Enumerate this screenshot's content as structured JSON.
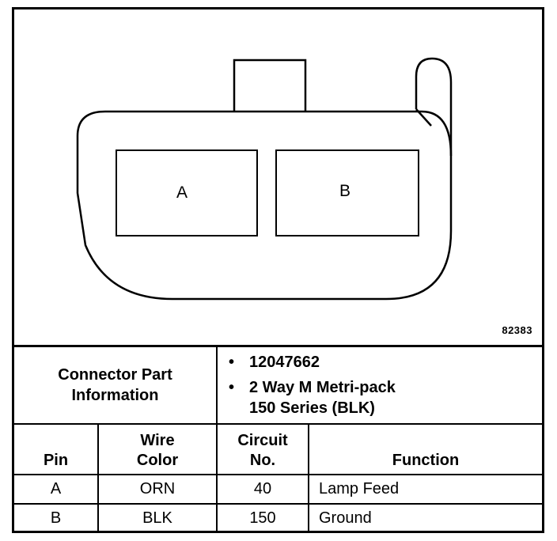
{
  "diagram": {
    "drawing_id": "82383",
    "cavities": [
      {
        "label": "A"
      },
      {
        "label": "B"
      }
    ]
  },
  "connector_info": {
    "label_line1": "Connector Part",
    "label_line2": "Information",
    "items": [
      {
        "text": "12047662"
      },
      {
        "text_line1": "2 Way M Metri-pack",
        "text_line2": "150 Series (BLK)"
      }
    ]
  },
  "table": {
    "headers": {
      "pin": "Pin",
      "wire_color_line1": "Wire",
      "wire_color_line2": "Color",
      "circuit_line1": "Circuit",
      "circuit_line2": "No.",
      "function": "Function"
    },
    "rows": [
      {
        "pin": "A",
        "wire_color": "ORN",
        "circuit": "40",
        "function": "Lamp Feed"
      },
      {
        "pin": "B",
        "wire_color": "BLK",
        "circuit": "150",
        "function": "Ground"
      }
    ]
  }
}
